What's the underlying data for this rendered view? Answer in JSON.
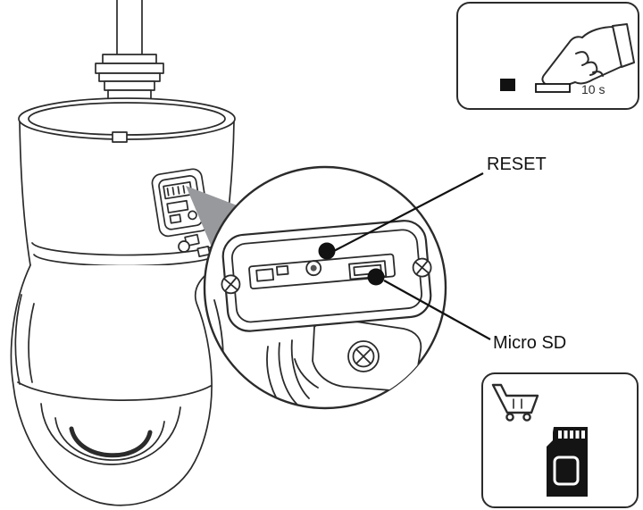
{
  "labels": {
    "reset": "RESET",
    "micro_sd": "Micro SD",
    "press_duration": "10 s"
  },
  "icons": {
    "hand_press": "pointing-hand-pressing-button",
    "button_released": "filled-black-square",
    "button_pressed": "flat-outline-button",
    "shopping_cart": "cart-outline",
    "micro_sd_card": "black-sd-card-silhouette",
    "magnifier": "zoom-circle-with-gray-wedge",
    "reset_marker": "black-dot",
    "micro_sd_marker": "black-dot"
  },
  "colors": {
    "background": "#ffffff",
    "line": "#2b2b2b",
    "label_text": "#111111",
    "wedge_gray": "#97999d",
    "marker": "#111111"
  }
}
